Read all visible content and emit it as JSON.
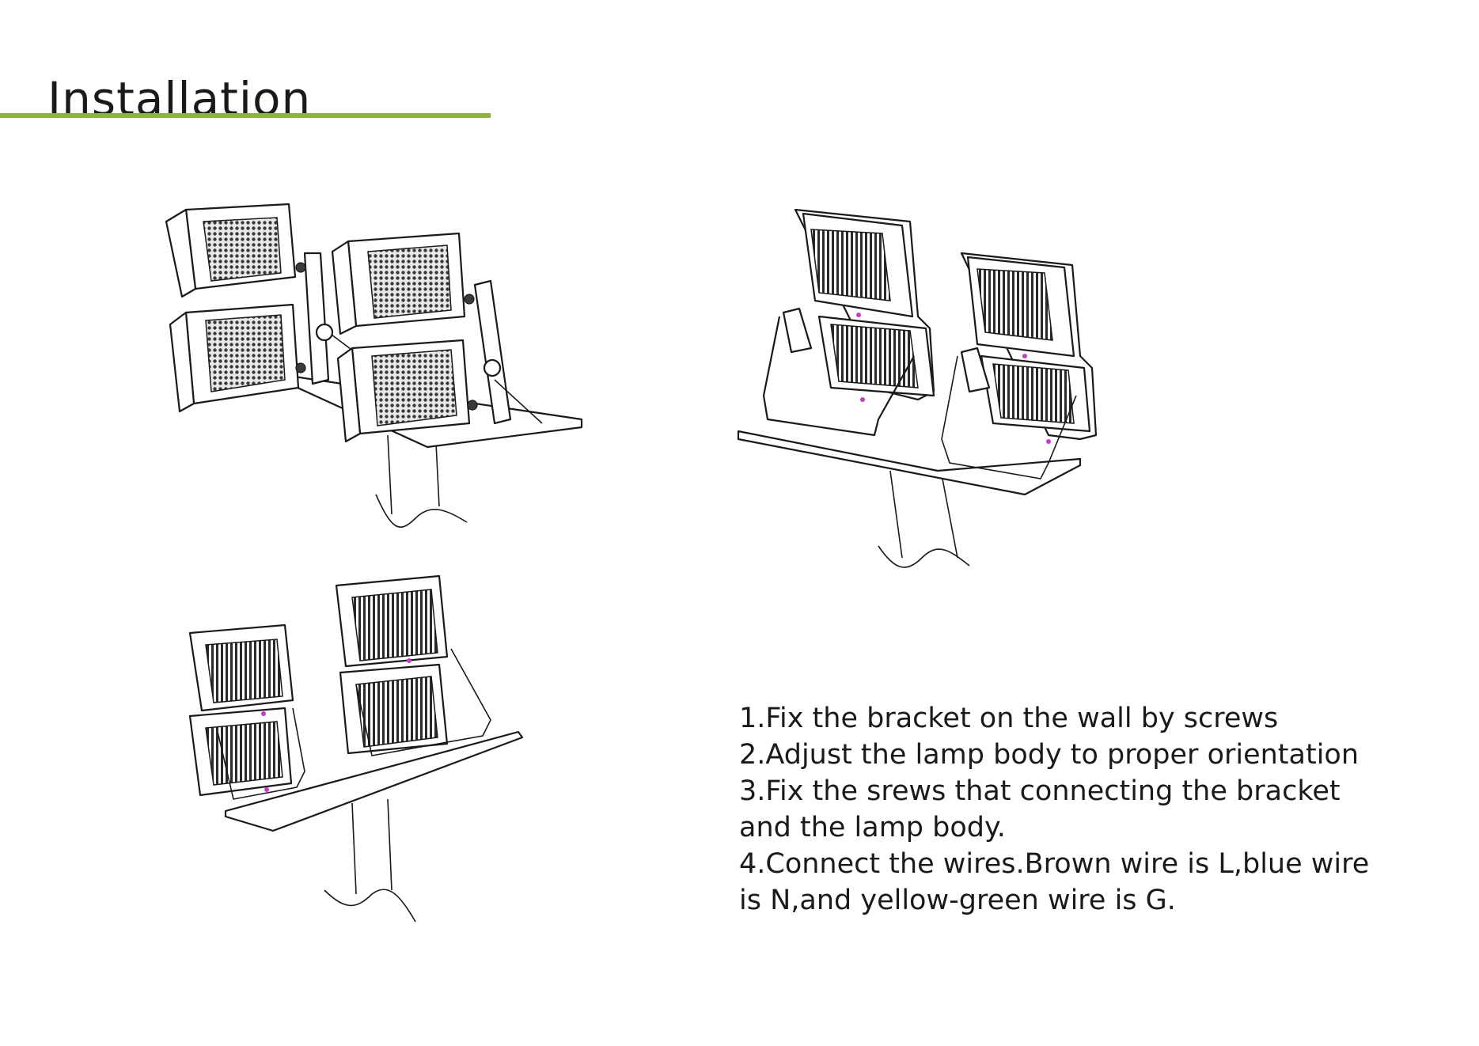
{
  "header": {
    "title": "Installation",
    "accent_color": "#8cb43c"
  },
  "steps": [
    "1.Fix the bracket on the wall by screws",
    "2.Adjust the lamp body to proper orientation",
    "3.Fix the srews that connecting the bracket",
    "and the lamp body.",
    "4.Connect the wires.Brown wire is L,blue wire",
    "is N,and yellow-green wire is G."
  ],
  "figures": [
    {
      "name": "front-view-lamps-on-pole"
    },
    {
      "name": "rear-view-lamps-tilted"
    },
    {
      "name": "rear-view-lamps-on-pole"
    }
  ]
}
